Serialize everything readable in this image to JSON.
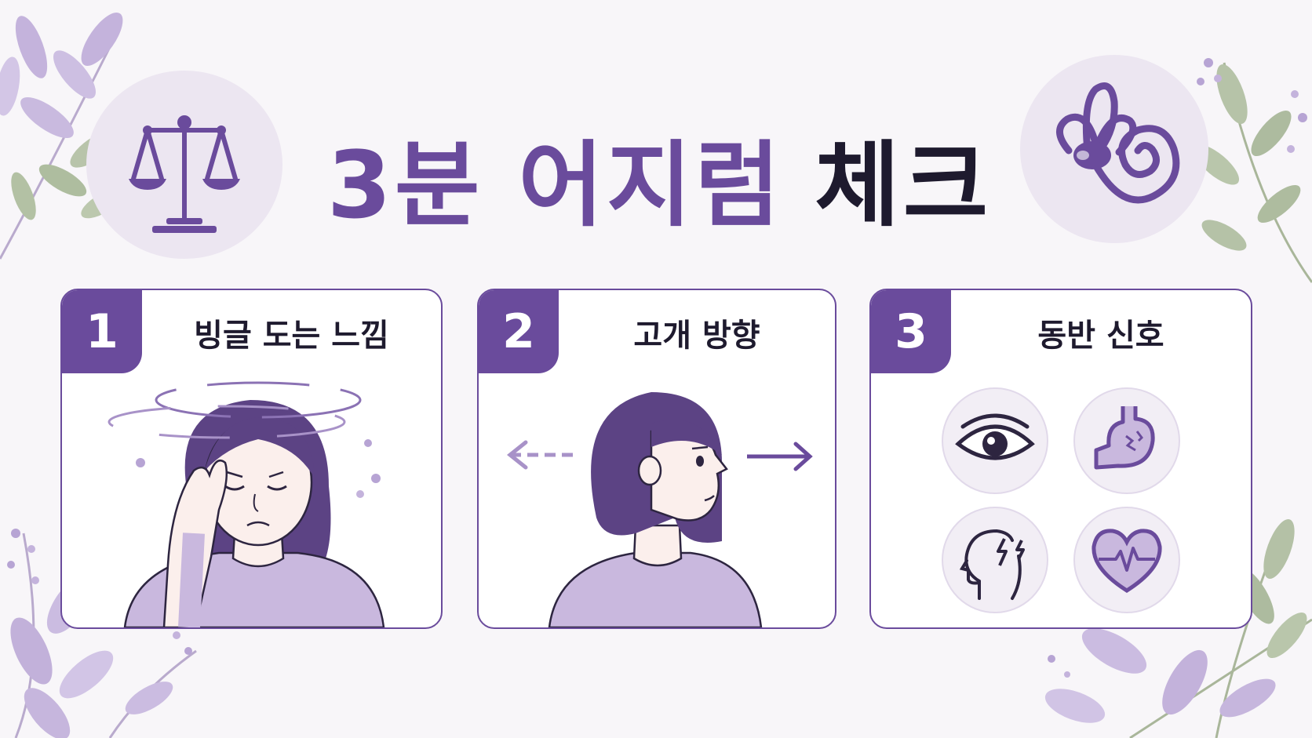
{
  "header": {
    "title_accent": "3분 어지럼",
    "title_dark": "체크",
    "left_icon": "balance-scale-icon",
    "right_icon": "inner-ear-icon"
  },
  "cards": [
    {
      "number": "1",
      "title": "빙글 도는 느낌",
      "illustration": "dizzy-woman-illustration"
    },
    {
      "number": "2",
      "title": "고개 방향",
      "illustration": "head-turn-illustration"
    },
    {
      "number": "3",
      "title": "동반 신호",
      "icons": [
        "eye-icon",
        "stomach-icon",
        "headache-icon",
        "heart-pulse-icon"
      ]
    }
  ],
  "colors": {
    "accent": "#6a4b9c",
    "dark": "#1e1a2e",
    "lavender": "#c7b6dd",
    "leaf_green": "#a9b69a",
    "background": "#f8f6f9"
  }
}
